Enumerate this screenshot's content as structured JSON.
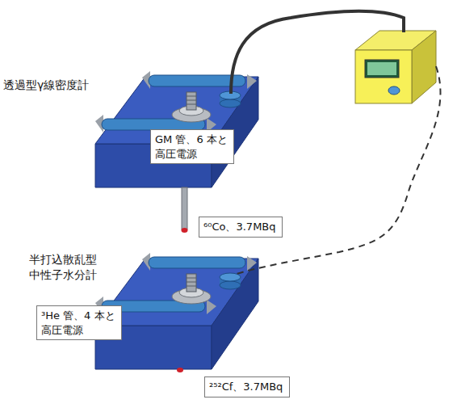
{
  "diagram": {
    "nodes": [
      {
        "text": [
          "GM 管、6 本と 高圧電源"
        ]
      },
      {
        "text": [
          "⁶⁰Co、3.7MBq"
        ]
      },
      {
        "text": [
          "³He 管、4 本と 高圧電源"
        ]
      },
      {
        "text": [
          "²⁵²Cf、3.7MBq"
        ]
      }
    ],
    "edges": [],
    "labels": [
      "透過型γ線密度計",
      "半打込散乱型 中性子水分計"
    ]
  }
}
